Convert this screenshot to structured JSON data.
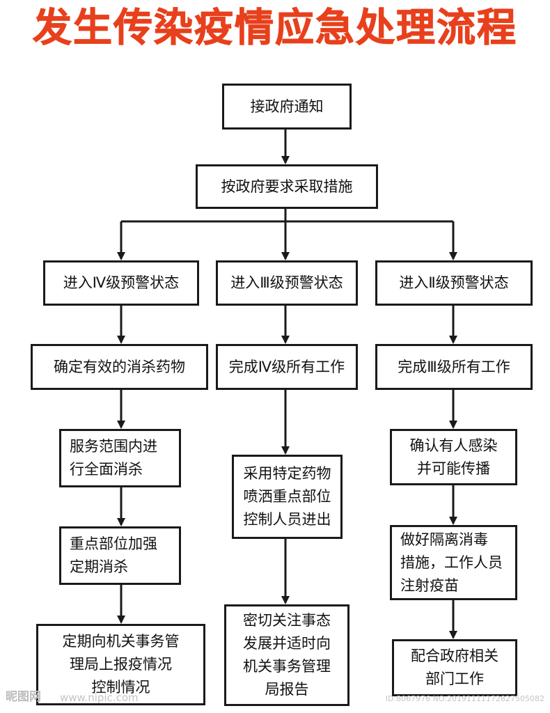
{
  "title": "发生传染疫情应急处理流程",
  "nodes": {
    "notify": "接政府通知",
    "measures": "按政府要求采取措施",
    "level4_state": "进入Ⅳ级预警状态",
    "level3_state": "进入Ⅲ级预警状态",
    "level2_state": "进入Ⅱ级预警状态",
    "left_1": "确定有效的消杀药物",
    "left_2": "服务范围内进\n行全面消杀",
    "left_3": "重点部位加强\n定期消杀",
    "left_4": "定期向机关事务管\n理局上报疫情况\n控制情况",
    "mid_1": "完成Ⅳ级所有工作",
    "mid_2": "采用特定药物\n喷洒重点部位\n控制人员进出",
    "mid_3": "密切关注事态\n发展并适时向\n机关事务管理\n局报告",
    "right_1": "完成Ⅲ级所有工作",
    "right_2": "确认有人感染\n并可能传播",
    "right_3": "做好隔离消毒\n措施，工作人员\n注射疫苗",
    "right_4": "配合政府相关\n部门工作"
  },
  "watermark": {
    "logo": "昵图网",
    "url": "www.nipic.com",
    "id": "ID:8067976 NO:20191111172827505082"
  }
}
